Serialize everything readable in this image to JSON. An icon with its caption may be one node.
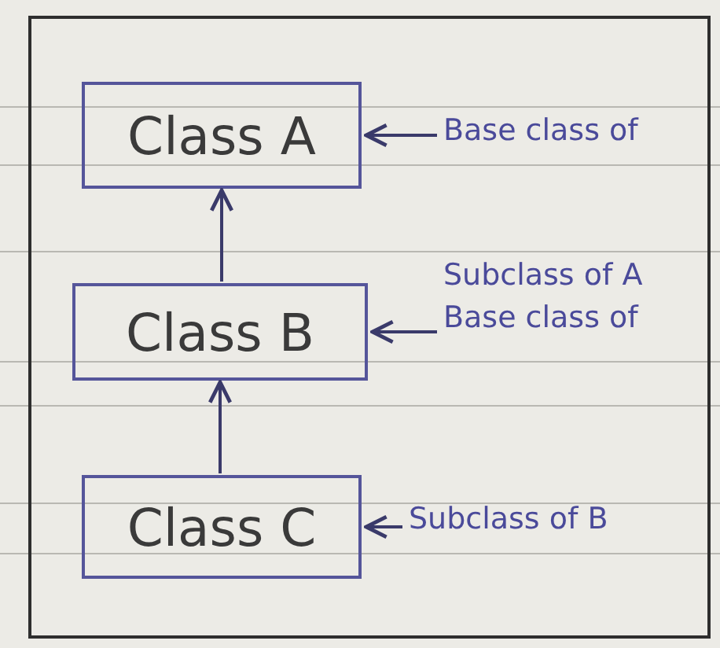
{
  "diagram": {
    "nodes": [
      {
        "text": [],
        "shape": "box"
      },
      {
        "text": [
          "Class A"
        ],
        "in": 0
      },
      {
        "text": [
          "Class B"
        ],
        "in": 0
      },
      {
        "text": [
          "Class C"
        ],
        "in": 0
      },
      {
        "text": [
          "Base class of"
        ],
        "in": 0
      },
      {
        "text": [
          "Subclass of A",
          "Base class of"
        ],
        "in": 0
      },
      {
        "text": [
          "Subclass of B"
        ],
        "in": 0
      }
    ],
    "edges": [
      {
        "from": 2,
        "to": 1,
        "arrow": "to"
      },
      {
        "from": 3,
        "to": 2,
        "arrow": "to"
      },
      {
        "from": 4,
        "to": 1,
        "arrow": "to"
      },
      {
        "from": 5,
        "to": 2,
        "arrow": "to"
      },
      {
        "from": 6,
        "to": 3,
        "arrow": "to"
      }
    ]
  }
}
